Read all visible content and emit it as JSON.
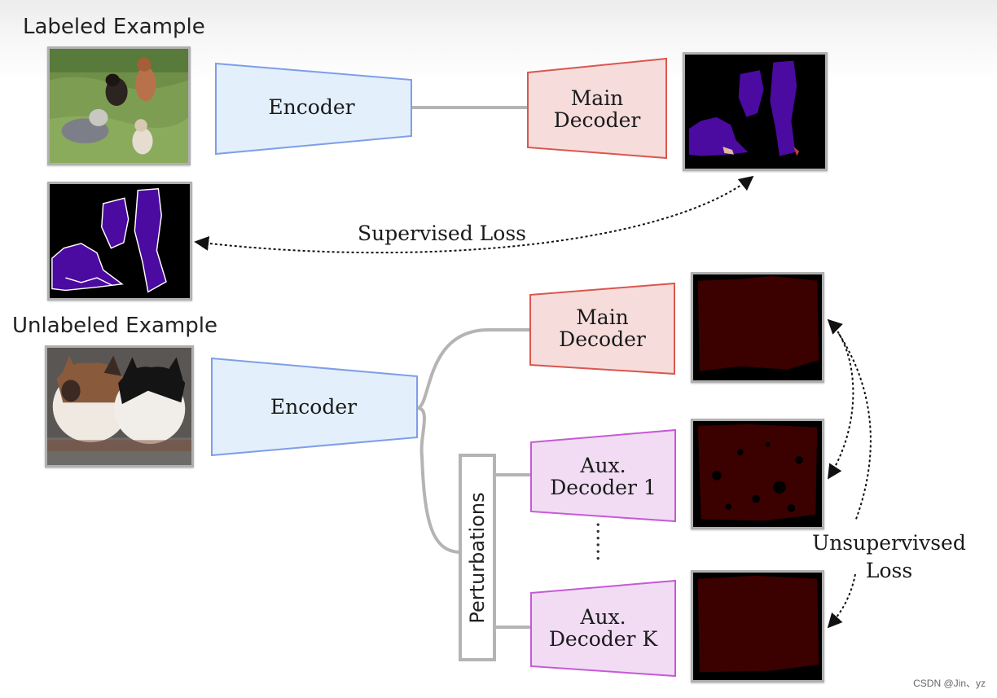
{
  "labeled_section": {
    "title": "Labeled Example",
    "encoder_label": "Encoder",
    "main_decoder_label": [
      "Main",
      "Decoder"
    ]
  },
  "supervised_loss_label": "Supervised Loss",
  "unlabeled_section": {
    "title": "Unlabeled Example",
    "encoder_label": "Encoder",
    "main_decoder_label": [
      "Main",
      "Decoder"
    ],
    "aux_decoder_1_label": [
      "Aux.",
      "Decoder 1"
    ],
    "aux_decoder_k_label": [
      "Aux.",
      "Decoder K"
    ],
    "perturbations_label": "Perturbations",
    "ellipsis": "......",
    "unsupervised_loss_label": [
      "Unsupervivsed",
      "Loss"
    ]
  },
  "watermark": "CSDN @Jin、yz",
  "colors": {
    "encoder_fill": "#e3effb",
    "encoder_stroke": "#7e9ee8",
    "main_decoder_fill": "#f7dcdc",
    "main_decoder_stroke": "#d9574f",
    "aux_decoder_fill": "#f1dcf4",
    "aux_decoder_stroke": "#c65ad6",
    "mask_purple": "#4b0aa0",
    "pred_dark_red": "#3b0000",
    "connector_gray": "#b4b4b4"
  },
  "icons": {
    "labeled_photo": "dogs-photo",
    "labeled_prediction": "segmentation-mask",
    "ground_truth": "ground-truth-mask",
    "unlabeled_photo": "cats-photo",
    "unlabeled_predictions": "dark-prediction-mask"
  }
}
